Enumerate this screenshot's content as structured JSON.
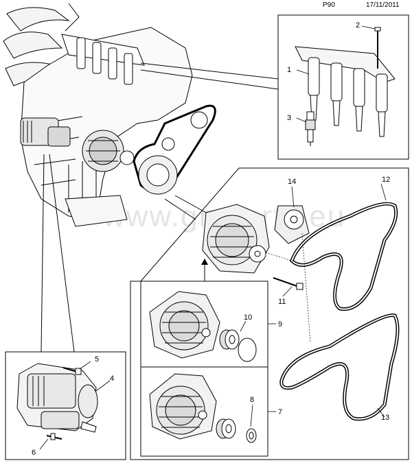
{
  "header": {
    "code": "P90",
    "date": "17/11/2011"
  },
  "watermark": "www.gmparts.eu",
  "callouts": {
    "ignition_coil": "1",
    "coil_bolt": "2",
    "spark_plug": "3",
    "starter": "4",
    "starter_bolt": "5",
    "starter_stud": "6",
    "alternator_kit_b": "7",
    "alternator_pulley_b": "8",
    "alternator_kit_a": "9",
    "alternator_pulley_a": "10",
    "alternator_bolt": "11",
    "belt_upper": "12",
    "belt_lower": "13",
    "tensioner": "14"
  }
}
